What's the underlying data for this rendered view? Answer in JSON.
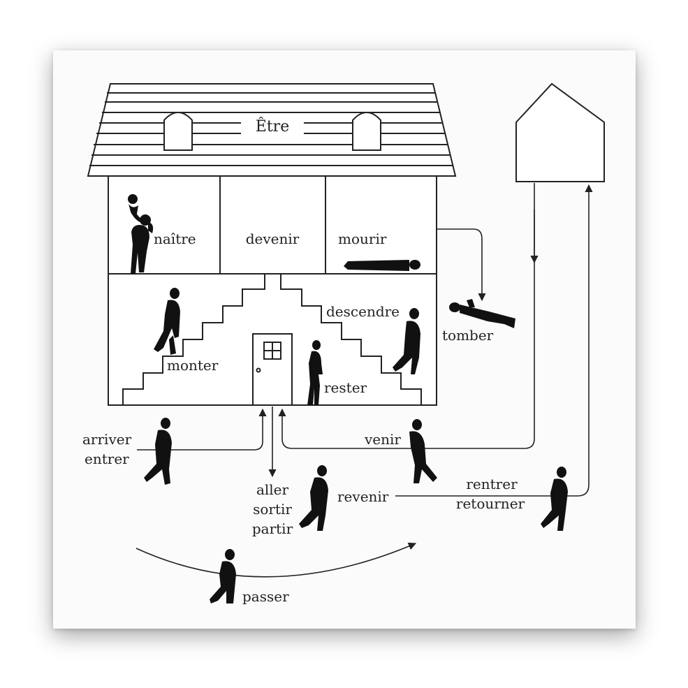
{
  "diagram": {
    "house_title": "Être",
    "rooms": {
      "top_left": "naître",
      "top_middle": "devenir",
      "top_right": "mourir"
    },
    "stairs": {
      "up": "monter",
      "down": "descendre",
      "stay": "rester"
    },
    "outside": {
      "fall": "tomber",
      "arrive": "arriver",
      "enter": "entrer",
      "go": "aller",
      "exit": "sortir",
      "leave": "partir",
      "come": "venir",
      "come_back": "revenir",
      "return_home": "rentrer",
      "return": "retourner",
      "pass": "passer"
    }
  }
}
